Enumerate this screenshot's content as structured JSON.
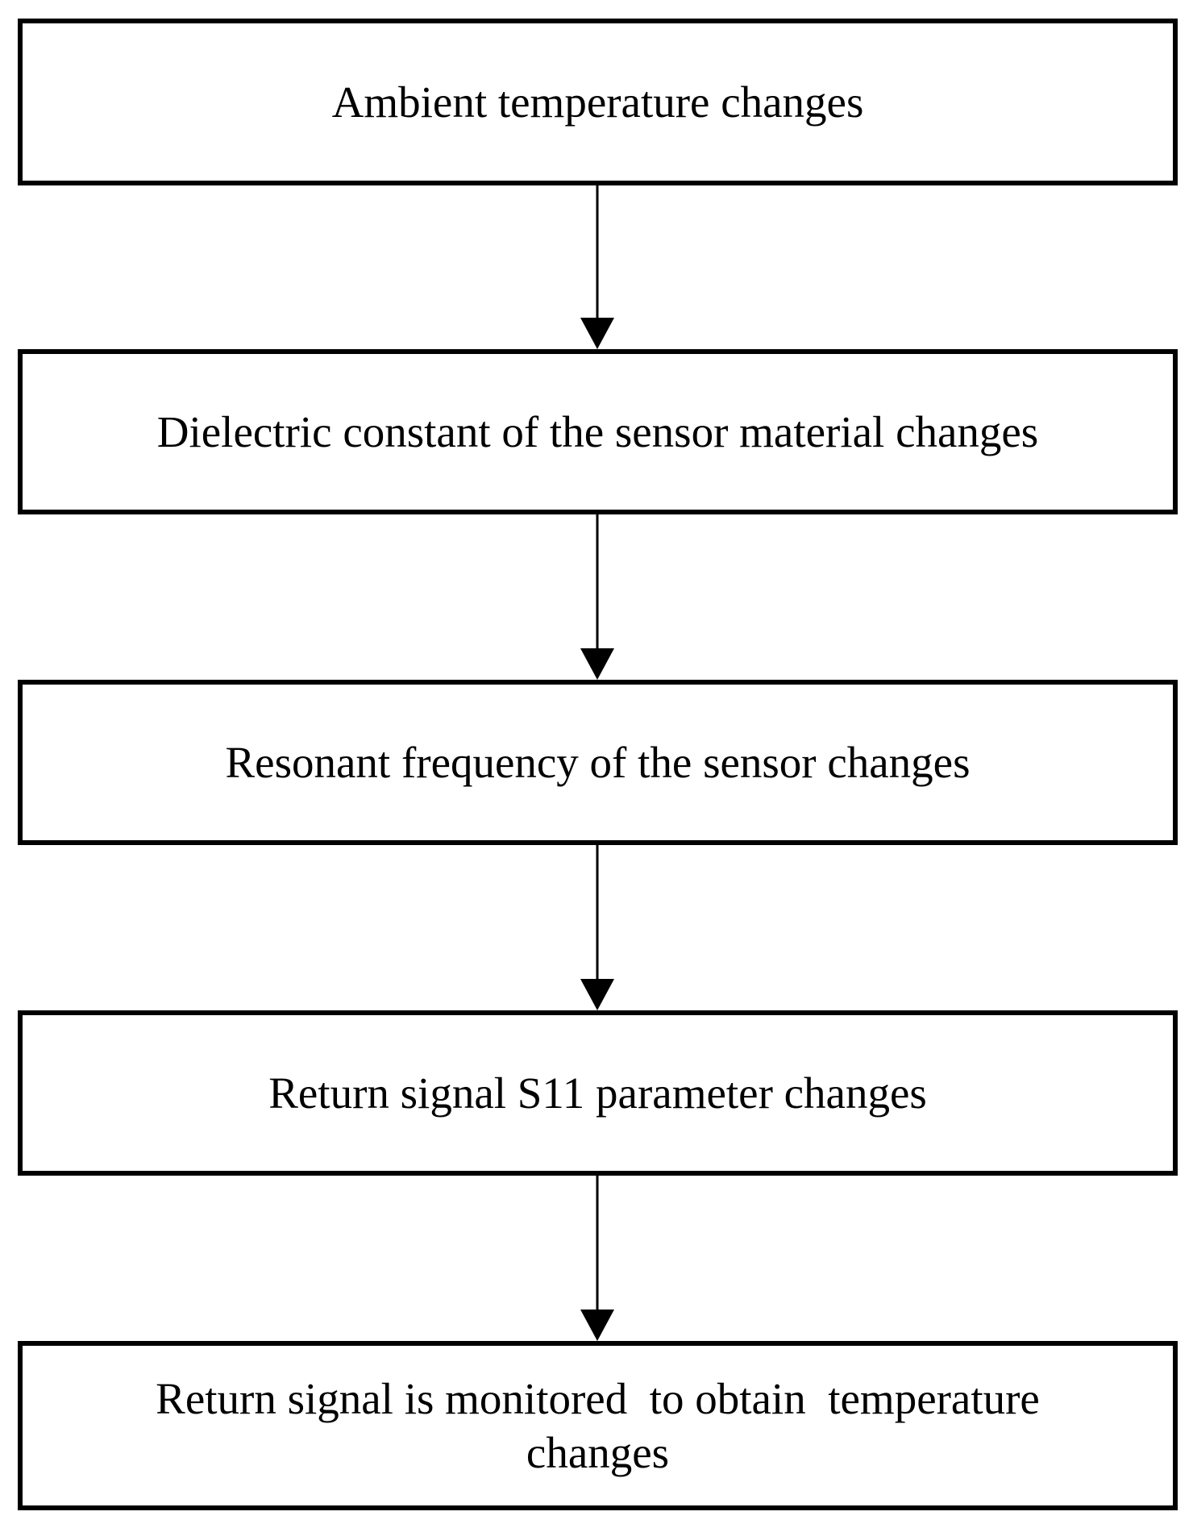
{
  "diagram": {
    "type": "flowchart",
    "direction": "top-down",
    "colors": {
      "background": "#ffffff",
      "node_fill": "#ffffff",
      "node_border": "#000000",
      "text": "#000000",
      "arrow": "#000000"
    },
    "nodes": [
      {
        "text": "Ambient temperature changes"
      },
      {
        "text": "Dielectric constant of the sensor material changes"
      },
      {
        "text": "Resonant frequency of the sensor changes"
      },
      {
        "text": "Return signal S11 parameter changes"
      },
      {
        "text": "Return signal is monitored  to obtain  temperature\nchanges"
      }
    ],
    "connections": [
      {
        "from": 0,
        "to": 1
      },
      {
        "from": 1,
        "to": 2
      },
      {
        "from": 2,
        "to": 3
      },
      {
        "from": 3,
        "to": 4
      }
    ]
  }
}
